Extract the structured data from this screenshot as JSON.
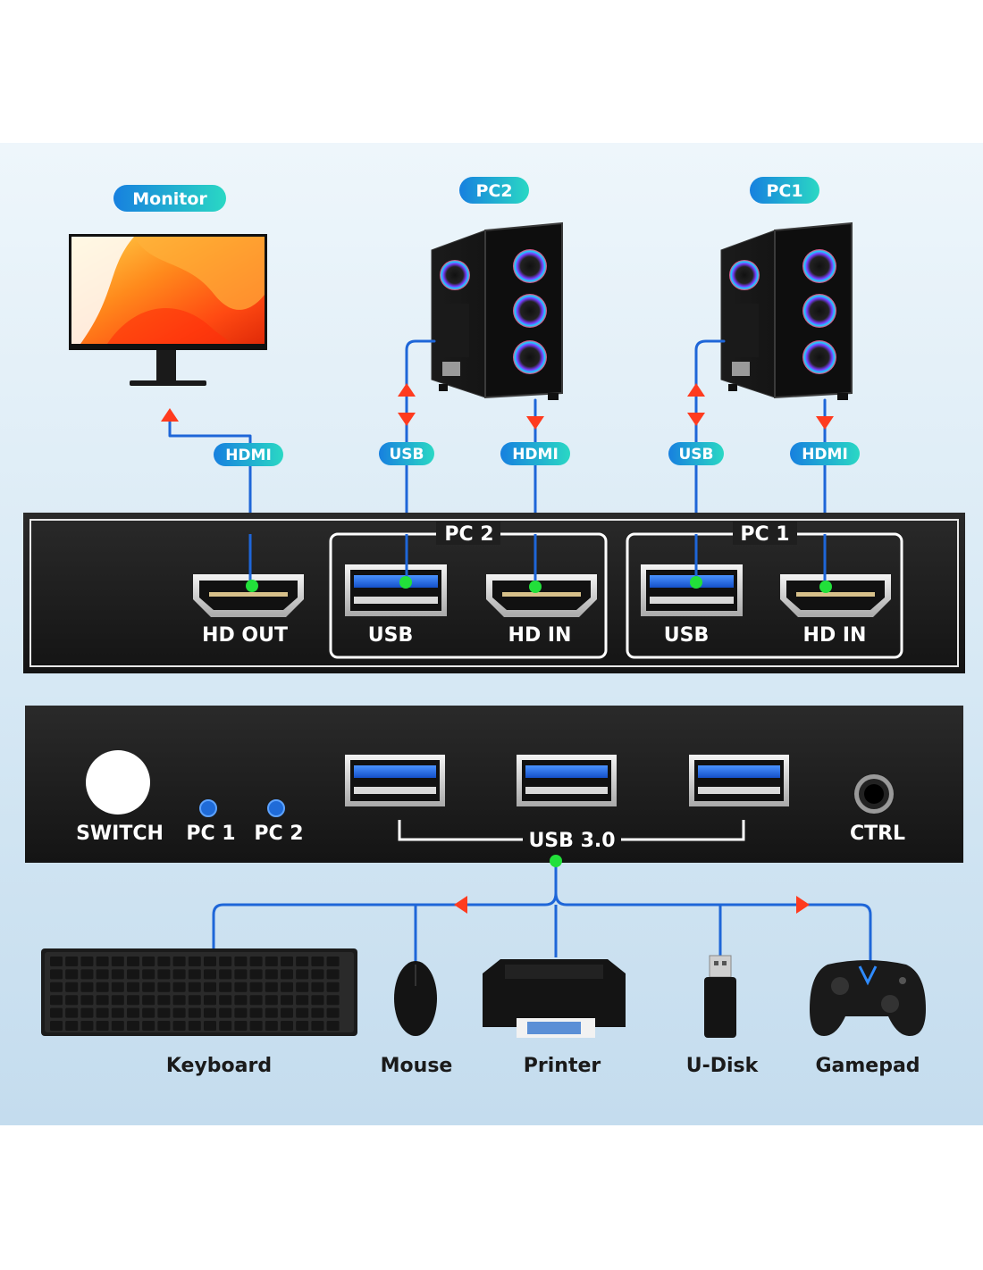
{
  "colors": {
    "background_gradient_top": "#eaf3f9",
    "background_gradient_bottom": "#c5dcec",
    "cable": "#1e66d8",
    "arrow": "#ff3b1f",
    "connector_dot": "#22e03a",
    "pill_gradient_start": "#1b8fe0",
    "pill_gradient_end": "#25d6c8",
    "panel": "#1d1d1d"
  },
  "top_labels": {
    "monitor": "Monitor",
    "pc2": "PC2",
    "pc1": "PC1"
  },
  "cable_labels": {
    "monitor_hdmi": "HDMI",
    "pc2_usb": "USB",
    "pc2_hdmi": "HDMI",
    "pc1_usb": "USB",
    "pc1_hdmi": "HDMI"
  },
  "rear_panel": {
    "group_pc2": "PC 2",
    "group_pc1": "PC 1",
    "hd_out": "HD OUT",
    "pc2_usb": "USB",
    "pc2_hd_in": "HD IN",
    "pc1_usb": "USB",
    "pc1_hd_in": "HD IN"
  },
  "front_panel": {
    "switch": "SWITCH",
    "led_pc1": "PC 1",
    "led_pc2": "PC 2",
    "usb_group": "USB 3.0",
    "ctrl": "CTRL"
  },
  "peripherals": {
    "keyboard": "Keyboard",
    "mouse": "Mouse",
    "printer": "Printer",
    "udisk": "U-Disk",
    "gamepad": "Gamepad"
  }
}
